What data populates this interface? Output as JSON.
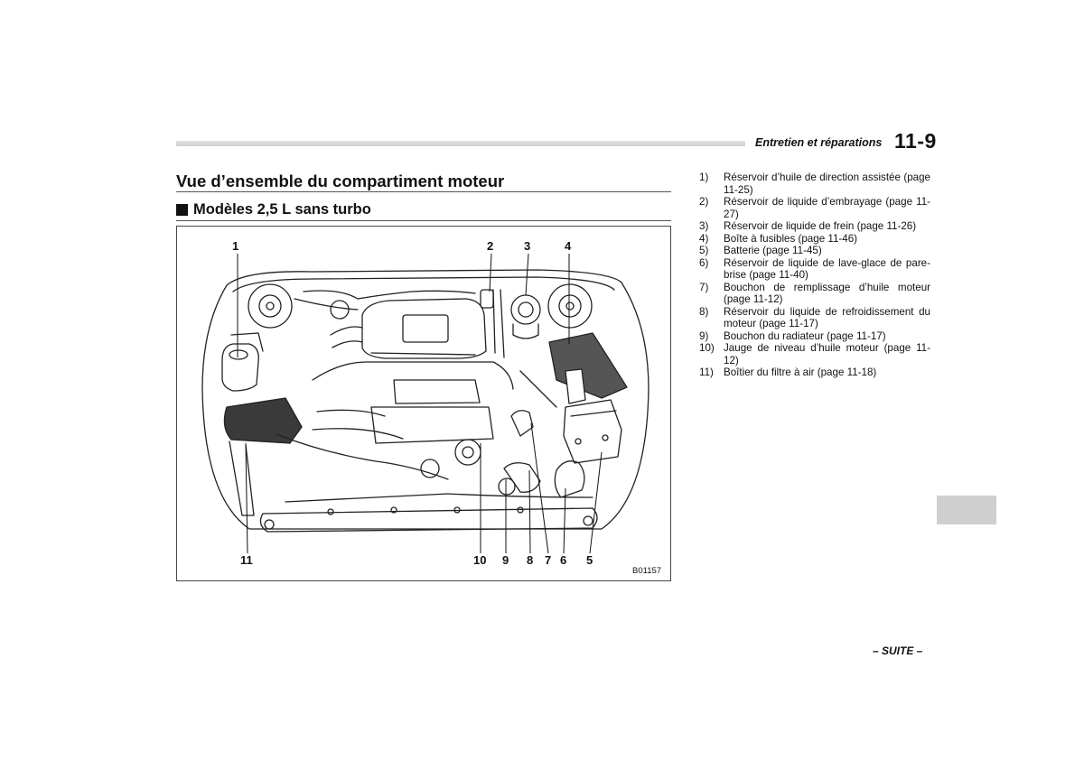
{
  "header": {
    "section": "Entretien et réparations",
    "page_number": "11-9"
  },
  "title": "Vue d’ensemble du compartiment moteur",
  "subtitle": "Modèles 2,5 L sans turbo",
  "figure": {
    "code": "B01157",
    "callouts_top": [
      "1",
      "2",
      "3",
      "4"
    ],
    "callouts_bottom": [
      "11",
      "10",
      "9",
      "8",
      "7",
      "6",
      "5"
    ]
  },
  "legend": [
    {
      "num": "1)",
      "text": "Réservoir d’huile de direction assistée (page 11-25)"
    },
    {
      "num": "2)",
      "text": "Réservoir de liquide d’embrayage (page 11-27)"
    },
    {
      "num": "3)",
      "text": "Réservoir de liquide de frein (page 11-26)"
    },
    {
      "num": "4)",
      "text": "Boîte à fusibles (page 11-46)"
    },
    {
      "num": "5)",
      "text": "Batterie (page 11-45)"
    },
    {
      "num": "6)",
      "text": "Réservoir de liquide de lave-glace de pare-brise (page 11-40)"
    },
    {
      "num": "7)",
      "text": "Bouchon de remplissage d’huile moteur (page 11-12)"
    },
    {
      "num": "8)",
      "text": "Réservoir du liquide de refroidissement du moteur (page 11-17)"
    },
    {
      "num": "9)",
      "text": "Bouchon du radiateur (page 11-17)"
    },
    {
      "num": "10)",
      "text": "Jauge de niveau d’huile moteur (page 11-12)"
    },
    {
      "num": "11)",
      "text": "Boîtier du filtre à air (page 11-18)"
    }
  ],
  "footer": {
    "continue": "– SUITE –"
  }
}
